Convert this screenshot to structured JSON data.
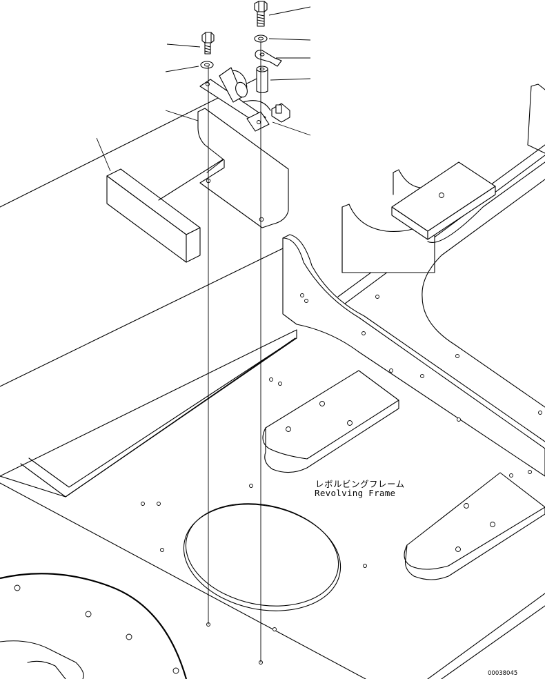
{
  "labels": {
    "frame_jp": "レボルビングフレーム",
    "frame_en": "Revolving Frame",
    "drawing_code": "00038045"
  },
  "colors": {
    "line": "#000000",
    "background": "#ffffff"
  }
}
